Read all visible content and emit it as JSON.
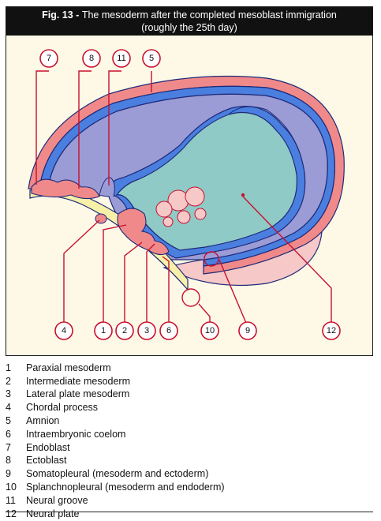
{
  "figure": {
    "title_prefix": "Fig. 13 - ",
    "title_main": "The mesoderm after the completed mesoblast immigration",
    "title_sub": "(roughly the 25th day)"
  },
  "callouts": [
    "7",
    "8",
    "11",
    "5",
    "4",
    "1",
    "2",
    "3",
    "6",
    "10",
    "9",
    "12"
  ],
  "legend": [
    {
      "num": "1",
      "label": "Paraxial mesoderm"
    },
    {
      "num": "2",
      "label": "Intermediate mesoderm"
    },
    {
      "num": "3",
      "label": "Lateral plate mesoderm"
    },
    {
      "num": "4",
      "label": "Chordal process"
    },
    {
      "num": "5",
      "label": "Amnion"
    },
    {
      "num": "6",
      "label": "Intraembryonic coelom"
    },
    {
      "num": "7",
      "label": "Endoblast"
    },
    {
      "num": "8",
      "label": "Ectoblast"
    },
    {
      "num": "9",
      "label": "Somatopleural (mesoderm and ectoderm)"
    },
    {
      "num": "10",
      "label": "Splanchnopleural (mesoderm and endoderm)"
    },
    {
      "num": "11",
      "label": "Neural groove"
    },
    {
      "num": "12",
      "label": "Neural plate"
    }
  ],
  "colors": {
    "mesoderm": "#f08a8a",
    "ectoblast_blue": "#4a7fe0",
    "amnion_cavity": "#9b9bd6",
    "yolk_teal": "#8fcac6",
    "endoblast_yellow": "#f7f0a8",
    "yolk_sac_pink": "#f6c8c8",
    "callout_red": "#c8102e",
    "outline_navy": "#1e2a78"
  }
}
